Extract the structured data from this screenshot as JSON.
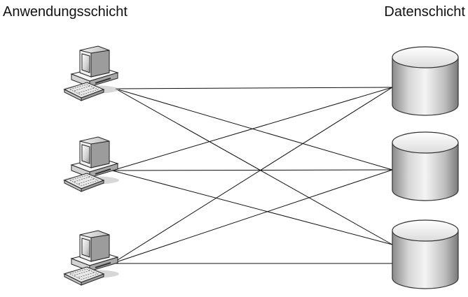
{
  "labels": {
    "application_layer": "Anwendungsschicht",
    "data_layer": "Datenschicht"
  },
  "nodes": {
    "computers": [
      {
        "id": "computer-1",
        "icon": "desktop-computer-icon"
      },
      {
        "id": "computer-2",
        "icon": "desktop-computer-icon"
      },
      {
        "id": "computer-3",
        "icon": "desktop-computer-icon"
      }
    ],
    "databases": [
      {
        "id": "database-1",
        "icon": "database-cylinder-icon"
      },
      {
        "id": "database-2",
        "icon": "database-cylinder-icon"
      },
      {
        "id": "database-3",
        "icon": "database-cylinder-icon"
      }
    ]
  },
  "connections": "every computer connects to every database (3 x 3)"
}
